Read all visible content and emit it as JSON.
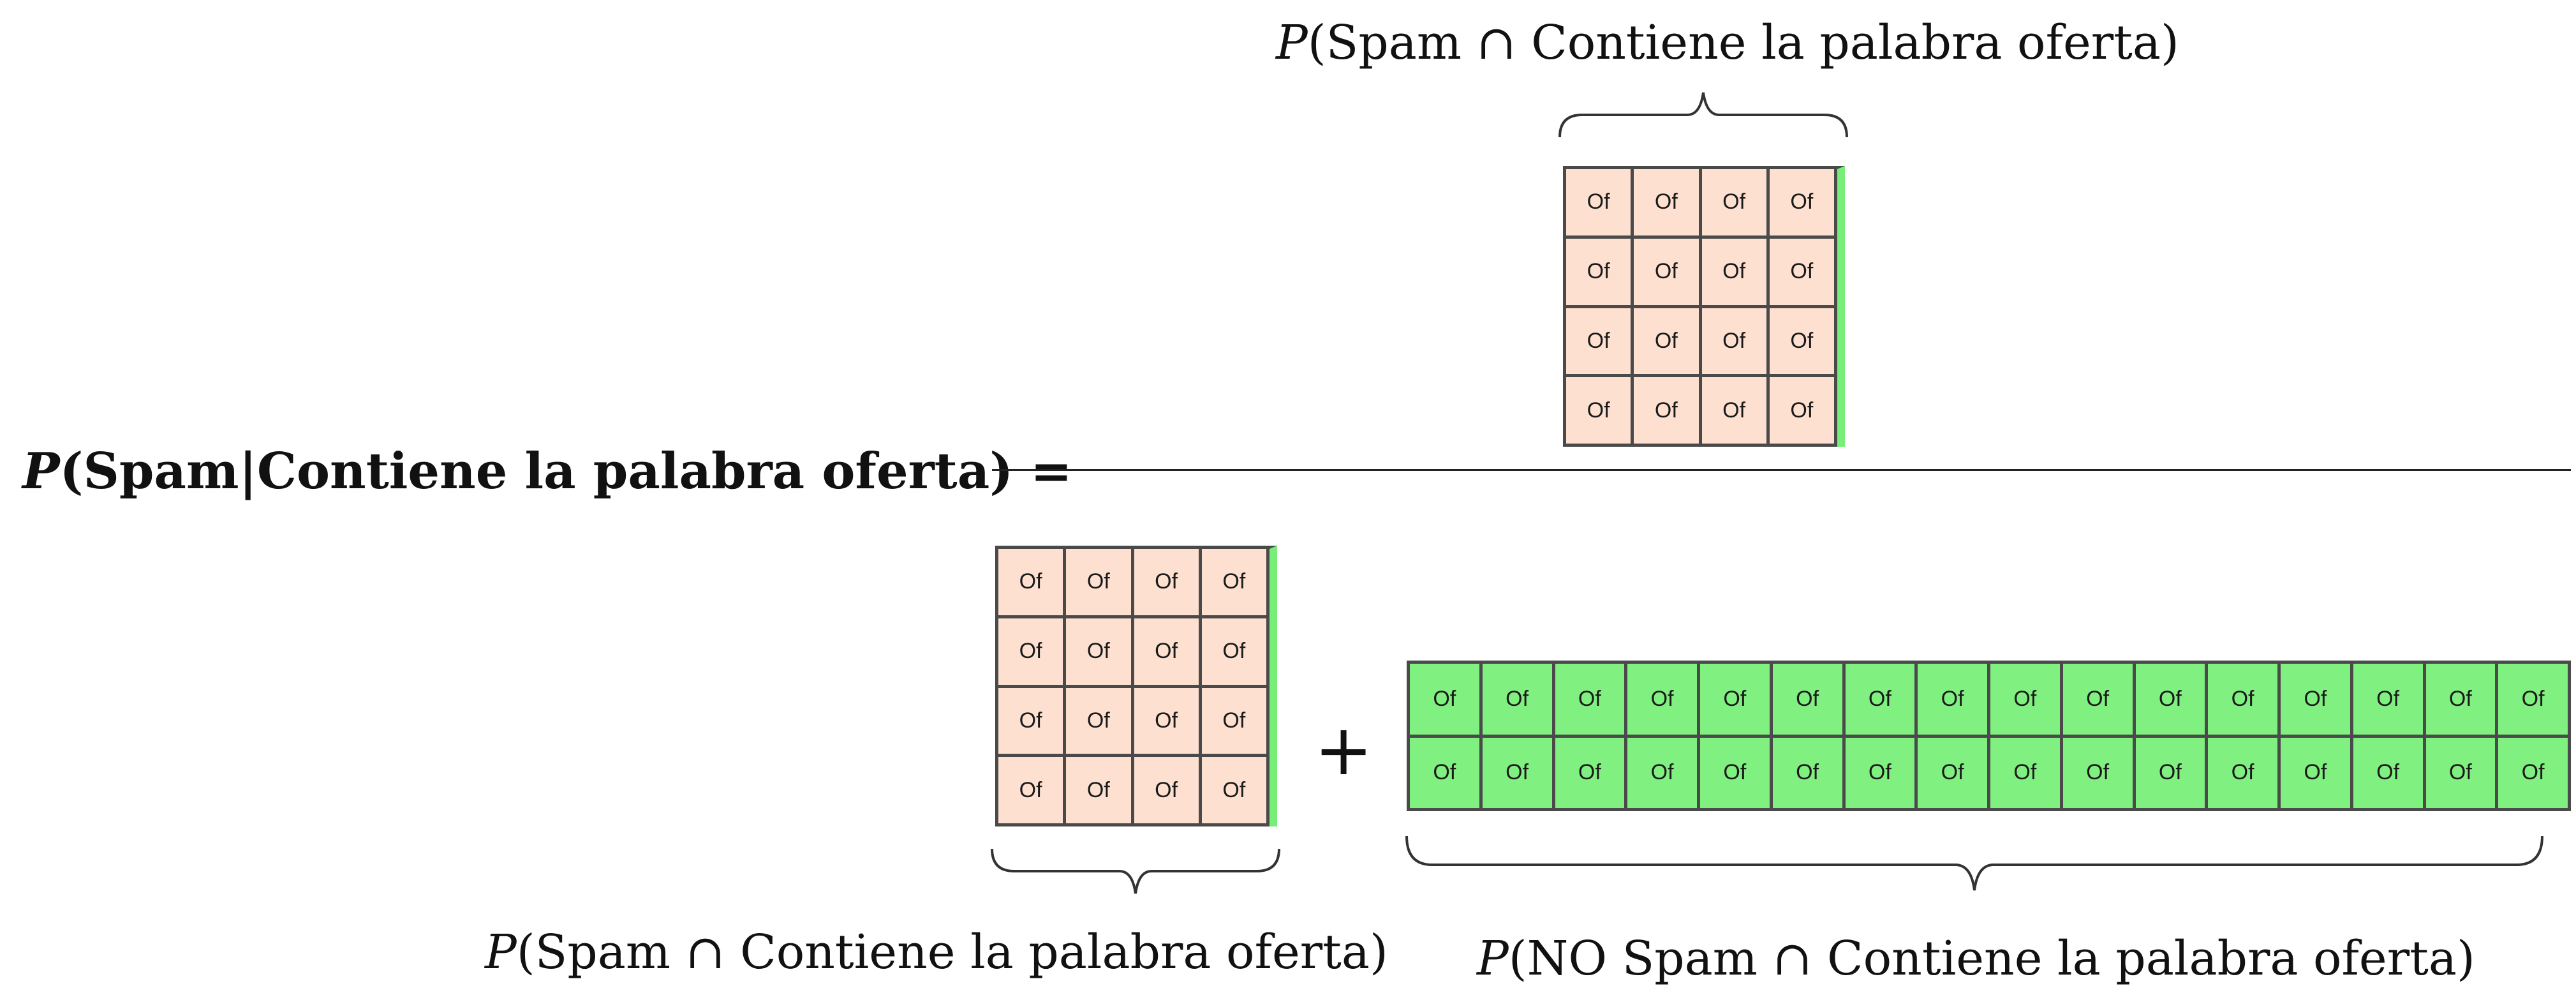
{
  "numerator_label": {
    "p": "P",
    "text": "(Spam  ∩ Contiene la palabra oferta)"
  },
  "lhs": {
    "p": "P",
    "text": "(Spam|Contiene la palabra oferta) ="
  },
  "denominator_spam_label": {
    "p": "P",
    "text": "(Spam  ∩ Contiene la palabra oferta)"
  },
  "denominator_nospam_label": {
    "p": "P",
    "text": "(NO Spam ∩ Contiene la palabra oferta)"
  },
  "plus_sign": "+",
  "cell_text": "Of",
  "spam_grid": {
    "rows": 4,
    "cols": 4
  },
  "nospam_grid": {
    "rows": 2,
    "cols": 16
  },
  "colors": {
    "spam_cell": "#fde0d0",
    "nospam_cell": "#80f080",
    "spam_edge": "#77ee77"
  }
}
